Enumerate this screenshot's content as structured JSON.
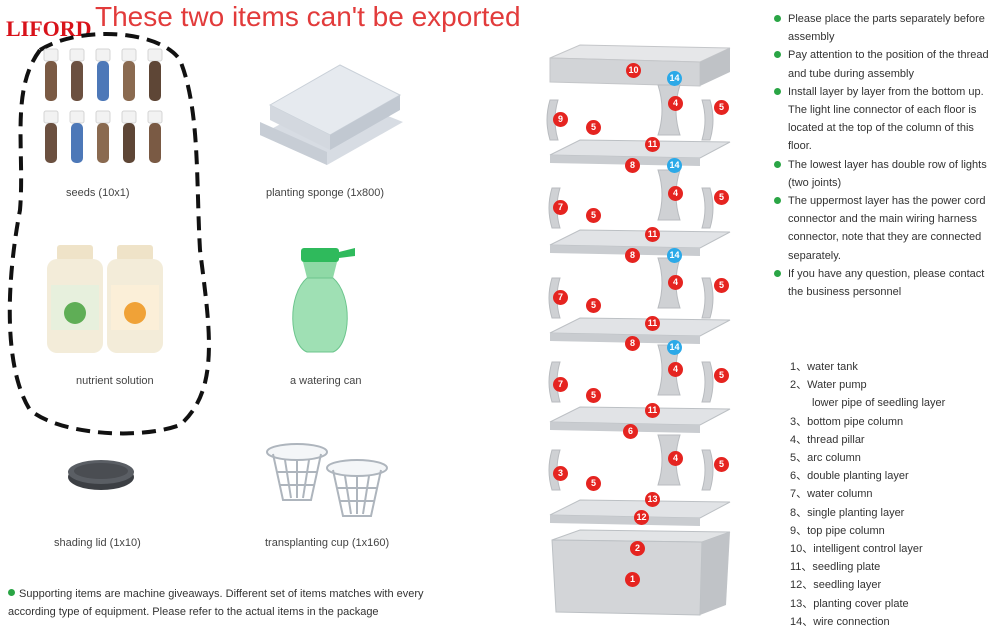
{
  "header": {
    "banner": "These two items can't be exported",
    "brand": "LIFORD"
  },
  "items": {
    "seeds": "seeds (10x1)",
    "sponge": "planting sponge (1x800)",
    "nutrient": "nutrient solution",
    "can": "a watering can",
    "lid": "shading lid (1x10)",
    "cup": "transplanting cup (1x160)"
  },
  "notes": [
    "Please place the parts separately before assembly",
    "Pay attention to the position of the thread and tube during assembly",
    "Install layer by layer from the bottom up. The light line connector of each floor is located at the top of the column of this floor.",
    "The lowest layer has double row of lights (two joints)",
    "The uppermost layer has the power cord connector and the main wiring harness connector, note that they are connected separately.",
    "If you have any question, please contact the business personnel"
  ],
  "parts": [
    "1、water tank",
    "2、Water pump",
    "lower pipe of seedling layer",
    "3、bottom pipe column",
    "4、thread pillar",
    "5、arc column",
    "6、double planting layer",
    "7、water column",
    "8、single planting layer",
    "9、top pipe column",
    "10、intelligent control layer",
    "11、seedling plate",
    "12、seedling layer",
    "13、planting cover plate",
    "14、wire connection"
  ],
  "footer": "Supporting items are machine giveaways. Different set of items matches with every according type of equipment. Please refer to the actual items in the package",
  "badges": {
    "layer10": "10",
    "layer8": "8",
    "layer6": "6",
    "layer11": "11",
    "layer14": "14",
    "n4": "4",
    "n5": "5",
    "n9": "9",
    "n7": "7",
    "n3": "3",
    "n13": "13",
    "n12": "12",
    "n2": "2",
    "n1": "1"
  },
  "colors": {
    "banner": "#e23b3b",
    "brand": "#d8121a",
    "bullet": "#2aa545",
    "badge_red": "#e52420",
    "badge_blue": "#2ba9e8"
  }
}
